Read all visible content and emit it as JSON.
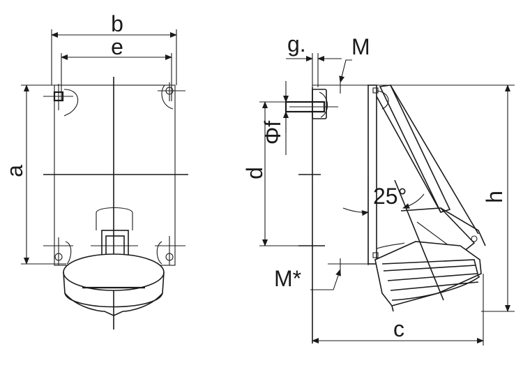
{
  "labels": {
    "b": "b",
    "e": "e",
    "a": "a",
    "g": "g.",
    "m_top": "M",
    "phi_f": "Φf",
    "d": "d",
    "angle": "25°",
    "h": "h",
    "m_star": "M*",
    "c": "c"
  }
}
